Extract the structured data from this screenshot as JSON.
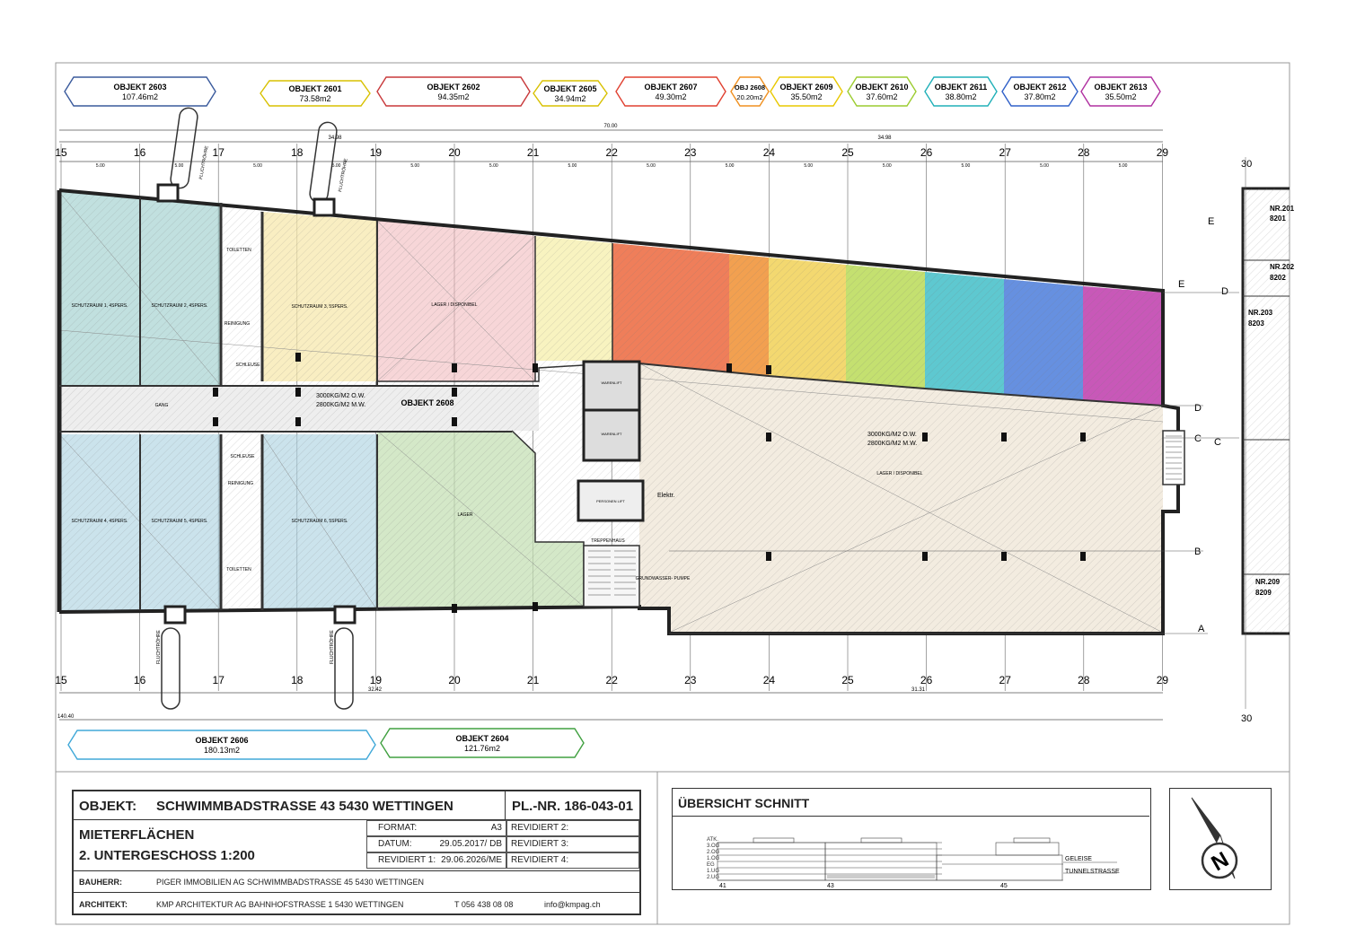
{
  "tags_top": [
    {
      "name": "OBJEKT 2603",
      "area": "107.46m2",
      "color": "#3a5a9c"
    },
    {
      "name": "OBJEKT 2601",
      "area": "73.58m2",
      "color": "#d8c000"
    },
    {
      "name": "OBJEKT 2602",
      "area": "94.35m2",
      "color": "#c8383a"
    },
    {
      "name": "OBJEKT 2605",
      "area": "34.94m2",
      "color": "#d8c000"
    },
    {
      "name": "OBJEKT 2607",
      "area": "49.30m2",
      "color": "#e04030"
    },
    {
      "name": "OBJ 2608",
      "area": "20.20m2",
      "color": "#f09020"
    },
    {
      "name": "OBJEKT 2609",
      "area": "35.50m2",
      "color": "#e8c800"
    },
    {
      "name": "OBJEKT 2610",
      "area": "37.60m2",
      "color": "#9ccc30"
    },
    {
      "name": "OBJEKT 2611",
      "area": "38.80m2",
      "color": "#20b0b8"
    },
    {
      "name": "OBJEKT 2612",
      "area": "37.80m2",
      "color": "#3060c8"
    },
    {
      "name": "OBJEKT 2613",
      "area": "35.50m2",
      "color": "#b030a0"
    }
  ],
  "tags_bottom": [
    {
      "name": "OBJEKT 2606",
      "area": "180.13m2",
      "color": "#40a8d8"
    },
    {
      "name": "OBJEKT 2604",
      "area": "121.76m2",
      "color": "#40a040"
    }
  ],
  "grid_numbers": [
    "15",
    "16",
    "17",
    "18",
    "19",
    "20",
    "21",
    "22",
    "23",
    "24",
    "25",
    "26",
    "27",
    "28",
    "29"
  ],
  "grid_right": "30",
  "bay_width": "5.00",
  "dimensions": {
    "total": "70.00",
    "right": "34.98",
    "left_bottom": "32.42",
    "right_bottom": "31.31",
    "overall": "140.40"
  },
  "axis_letters": [
    "E",
    "D",
    "C",
    "B",
    "A"
  ],
  "rooms": {
    "sr1": "SCHUTZRAUM 1, 4SPERS.",
    "sr2": "SCHUTZRAUM 2, 4SPERS.",
    "sr3": "SCHUTZRAUM 3, 5SPERS.",
    "sr4": "SCHUTZRAUM 4, 4SPERS.",
    "sr5": "SCHUTZRAUM 5, 4SPERS.",
    "sr6": "SCHUTZRAUM 6, 5SPERS.",
    "toiletten": "TOILETTEN",
    "reinigung": "REINIGUNG",
    "schleuse": "SCHLEUSE",
    "gang": "GANG",
    "lager_disp": "LAGER / DISPONIBEL",
    "lager": "LAGER",
    "objekt2608": "OBJEKT 2608",
    "load1": "3000KG/M2 O.W.",
    "load2": "2800KG/M2 M.W.",
    "treppenhaus": "TREPPENHAUS",
    "personenlift": "PERSONEN LIFT",
    "warenlift": "WARENLIFT",
    "elektr": "Elektr.",
    "grundwasser": "GRUNDWASSER- PUMPE",
    "fluchtroehre": "FLUCHTRÖHRE"
  },
  "neighbors": [
    "NR.201",
    "8201",
    "NR.202",
    "8202",
    "NR.203",
    "8203",
    "NR.209",
    "8209"
  ],
  "title_block": {
    "objekt_label": "OBJEKT:",
    "address": "SCHWIMMBADSTRASSE 43   5430 WETTINGEN",
    "plan_nr": "PL.-NR. 186-043-01",
    "title1": "MIETERFLÄCHEN",
    "title2": "2. UNTERGESCHOSS    1:200",
    "format_label": "FORMAT:",
    "format": "A3",
    "datum_label": "DATUM:",
    "datum": "29.05.2017/ DB",
    "rev1_label": "REVIDIERT 1:",
    "rev1": "29.06.2026/ME",
    "rev2": "REVIDIERT 2:",
    "rev3": "REVIDIERT 3:",
    "rev4": "REVIDIERT 4:",
    "bauherr_label": "BAUHERR:",
    "bauherr": "PIGER IMMOBILIEN AG    SCHWIMMBADSTRASSE 45    5430 WETTINGEN",
    "architekt_label": "ARCHITEKT:",
    "architekt": "KMP  ARCHITEKTUR AG    BAHNHOFSTRASSE 1    5430 WETTINGEN",
    "tel": "T 056 438 08 08",
    "email": "info@kmpag.ch"
  },
  "section": {
    "title": "ÜBERSICHT SCHNITT",
    "levels": [
      "ATK.",
      "3.OG",
      "2.OG",
      "1.OG",
      "EG",
      "1.UG",
      "2.UG"
    ],
    "geleise": "GELEISE",
    "tunnel": "TUNNELSTRASSE",
    "houses": [
      "41",
      "43",
      "45"
    ]
  },
  "compass": "N"
}
